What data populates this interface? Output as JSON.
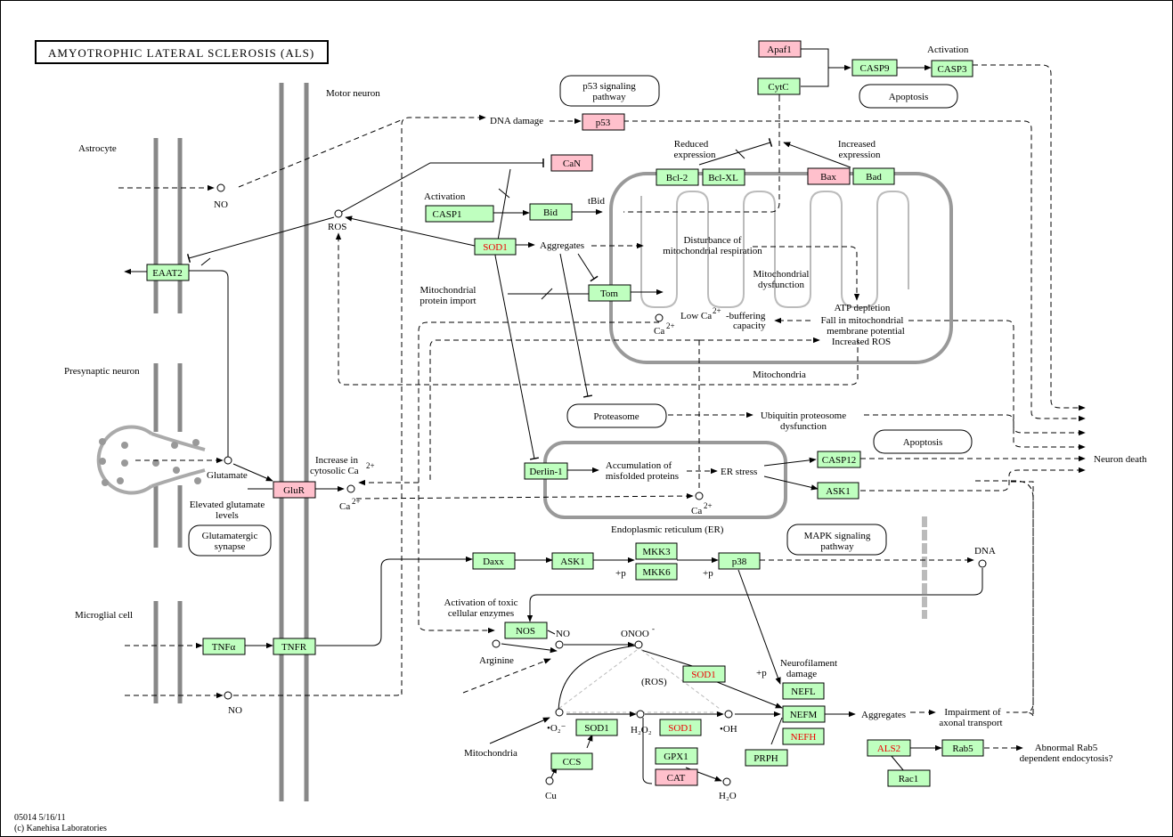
{
  "title": "AMYOTROPHIC LATERAL SCLEROSIS (ALS)",
  "footer": {
    "line1": "05014 5/16/11",
    "line2": "(c) Kanehisa Laboratories"
  },
  "regions": {
    "motor_neuron": "Motor neuron",
    "astrocyte": "Astrocyte",
    "presynaptic": "Presynaptic neuron",
    "microglial": "Microglial cell",
    "mitochondria": "Mitochondria",
    "er": "Endoplasmic reticulum (ER)"
  },
  "maps": {
    "p53": [
      "p53 signaling",
      "pathway"
    ],
    "apoptosis1": "Apoptosis",
    "apoptosis2": "Apoptosis",
    "proteasome": "Proteasome",
    "glutamatergic": [
      "Glutamatergic",
      "synapse"
    ],
    "mapk": [
      "MAPK signaling",
      "pathway"
    ]
  },
  "genes": {
    "apaf1": "Apaf1",
    "casp9": "CASP9",
    "casp3": "CASP3",
    "cytc": "CytC",
    "p53": "p53",
    "can": "CaN",
    "bcl2": "Bcl-2",
    "bclxl": "Bcl-XL",
    "bax": "Bax",
    "bad": "Bad",
    "casp1": "CASP1",
    "bid": "Bid",
    "sod1_a": "SOD1",
    "tom": "Tom",
    "eaat2": "EAAT2",
    "glur": "GluR",
    "derlin1": "Derlin-1",
    "casp12": "CASP12",
    "ask1_a": "ASK1",
    "daxx": "Daxx",
    "ask1_b": "ASK1",
    "mkk3": "MKK3",
    "mkk6": "MKK6",
    "p38": "p38",
    "tnfa": "TNFα",
    "tnfr": "TNFR",
    "nos": "NOS",
    "sod1_b": "SOD1",
    "nefl": "NEFL",
    "nefm": "NEFM",
    "nefh": "NEFH",
    "prph": "PRPH",
    "sod1_c": "SOD1",
    "sod1_d": "SOD1",
    "ccs": "CCS",
    "gpx1": "GPX1",
    "cat": "CAT",
    "als2": "ALS2",
    "rab5": "Rab5",
    "rac1": "Rac1"
  },
  "labels": {
    "activation_top": "Activation",
    "dna_damage": "DNA damage",
    "reduced_expr": [
      "Reduced",
      "expression"
    ],
    "increased_expr": [
      "Increased",
      "expression"
    ],
    "no_top": "NO",
    "ros": "ROS",
    "activation_casp1": "Activation",
    "tbid": "tBid",
    "aggregates": "Aggregates",
    "disturbance": [
      "Disturbance of",
      "mitochondrial respiration"
    ],
    "mito_dysf": [
      "Mitochondrial",
      "dysfunction"
    ],
    "mito_import": [
      "Mitochondrial",
      "protein import"
    ],
    "atp": [
      "ATP depletion",
      "Fall in mitochondrial",
      "membrane potential",
      "Increased ROS"
    ],
    "low_ca_a": "Low Ca",
    "low_ca_b": "-buffering",
    "low_ca_sup": "2+",
    "capacity": "capacity",
    "ca_mito": "Ca",
    "ca_sup": "2+",
    "ubiq": [
      "Ubiquitin proteosome",
      "dysfunction"
    ],
    "neuron_death": "Neuron death",
    "increase_ca_a": "Increase in",
    "increase_ca_b": "cytosolic Ca",
    "glutamate": "Glutamate",
    "elevated": [
      "Elevated glutamate",
      "levels"
    ],
    "ca_glur": "Ca",
    "accumulation": [
      "Accumulation of",
      "misfolded proteins"
    ],
    "er_stress": "ER stress",
    "ca_er": "Ca",
    "dna": "DNA",
    "plus_p1": "+p",
    "plus_p2": "+p",
    "plus_p3": "+p",
    "activation_toxic": [
      "Activation of toxic",
      "cellular enzymes"
    ],
    "no_mid": "NO",
    "onoo": "ONOO",
    "onoo_sup": "-",
    "arginine": "Arginine",
    "ros_paren": "(ROS)",
    "neurofil": [
      "Neurofilament",
      "damage"
    ],
    "aggregates2": "Aggregates",
    "impairment": [
      "Impairment of",
      "axonal transport"
    ],
    "no_bottom": "NO",
    "mitochondria_low": "Mitochondria",
    "o2": "•O₂⁻",
    "h2o2": "H₂O₂",
    "oh": "•OH",
    "cu": "Cu",
    "h2o": "H₂O",
    "abnormal": [
      "Abnormal Rab5",
      "dependent endocytosis?"
    ]
  }
}
